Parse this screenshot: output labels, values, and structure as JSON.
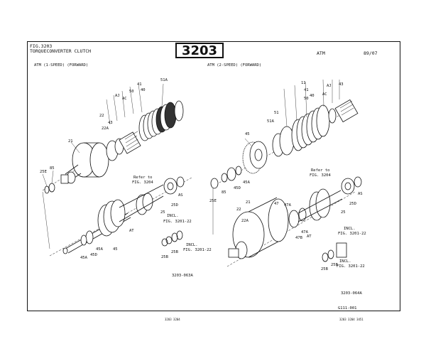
{
  "header": {
    "fig_label": "FIG.3203",
    "title": "TORQUECONVERTER CLUTCH",
    "fig_number": "3203",
    "model": "ATM",
    "date": "89/07"
  },
  "left_diagram": {
    "heading": "ATM (1-SPEED) (FORWARD)",
    "refer_note": [
      "Refer to",
      "FIG. 3204"
    ],
    "incl_note": [
      "INCL.",
      "FIG. 3201-22"
    ],
    "incl_note_2": [
      "INCL.",
      "FIG. 3201-22"
    ],
    "code": "3203-063A",
    "labels": [
      "51A",
      "41",
      "40",
      "50",
      "AJ",
      "AC",
      "43",
      "22",
      "22A",
      "21",
      "85",
      "25E",
      "25",
      "25D",
      "AS",
      "AT",
      "45",
      "45A",
      "45D",
      "45A",
      "25B",
      "25B"
    ]
  },
  "right_diagram": {
    "heading": "ATM (2-SPEED) (FORWARD)",
    "refer_note": [
      "Refer to",
      "FIG. 3204"
    ],
    "incl_note": [
      "INCL.",
      "FIG. 3201-22"
    ],
    "incl_note_2": [
      "INCL.",
      "FIG. 3201-22"
    ],
    "code": "3203-064A",
    "labels": [
      "11",
      "41",
      "40",
      "50",
      "AJ",
      "AC",
      "43",
      "51",
      "51A",
      "45",
      "45A",
      "45D",
      "85",
      "25E",
      "25",
      "25D",
      "AS",
      "47",
      "47A",
      "47A",
      "47B",
      "AT",
      "22",
      "22A",
      "21",
      "25B",
      "25B"
    ]
  },
  "footer": {
    "page_code": "G111-001",
    "bottom_left": "3203 3204",
    "bottom_right": "3203 3204 3451"
  }
}
